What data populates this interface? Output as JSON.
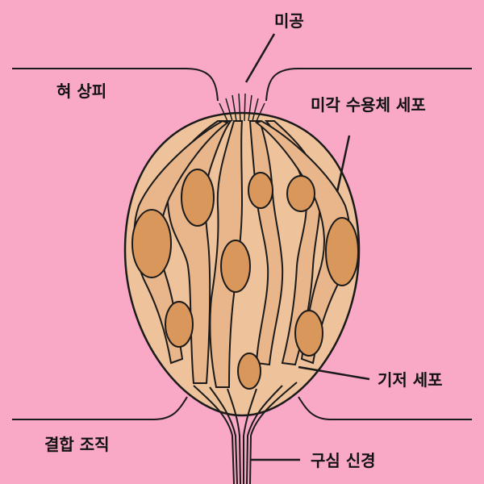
{
  "colors": {
    "background": "#f9a8c6",
    "bud_fill": "#eec39c",
    "nucleus": "#d9975c",
    "outline": "#1a1a1a"
  },
  "labels": {
    "pore": "미공",
    "tongue_epithelium": "혀 상피",
    "gustatory_receptor_cell": "미각 수용체 세포",
    "basal_cell": "기저 세포",
    "connective_tissue": "결합 조직",
    "afferent_nerve": "구심 신경"
  }
}
